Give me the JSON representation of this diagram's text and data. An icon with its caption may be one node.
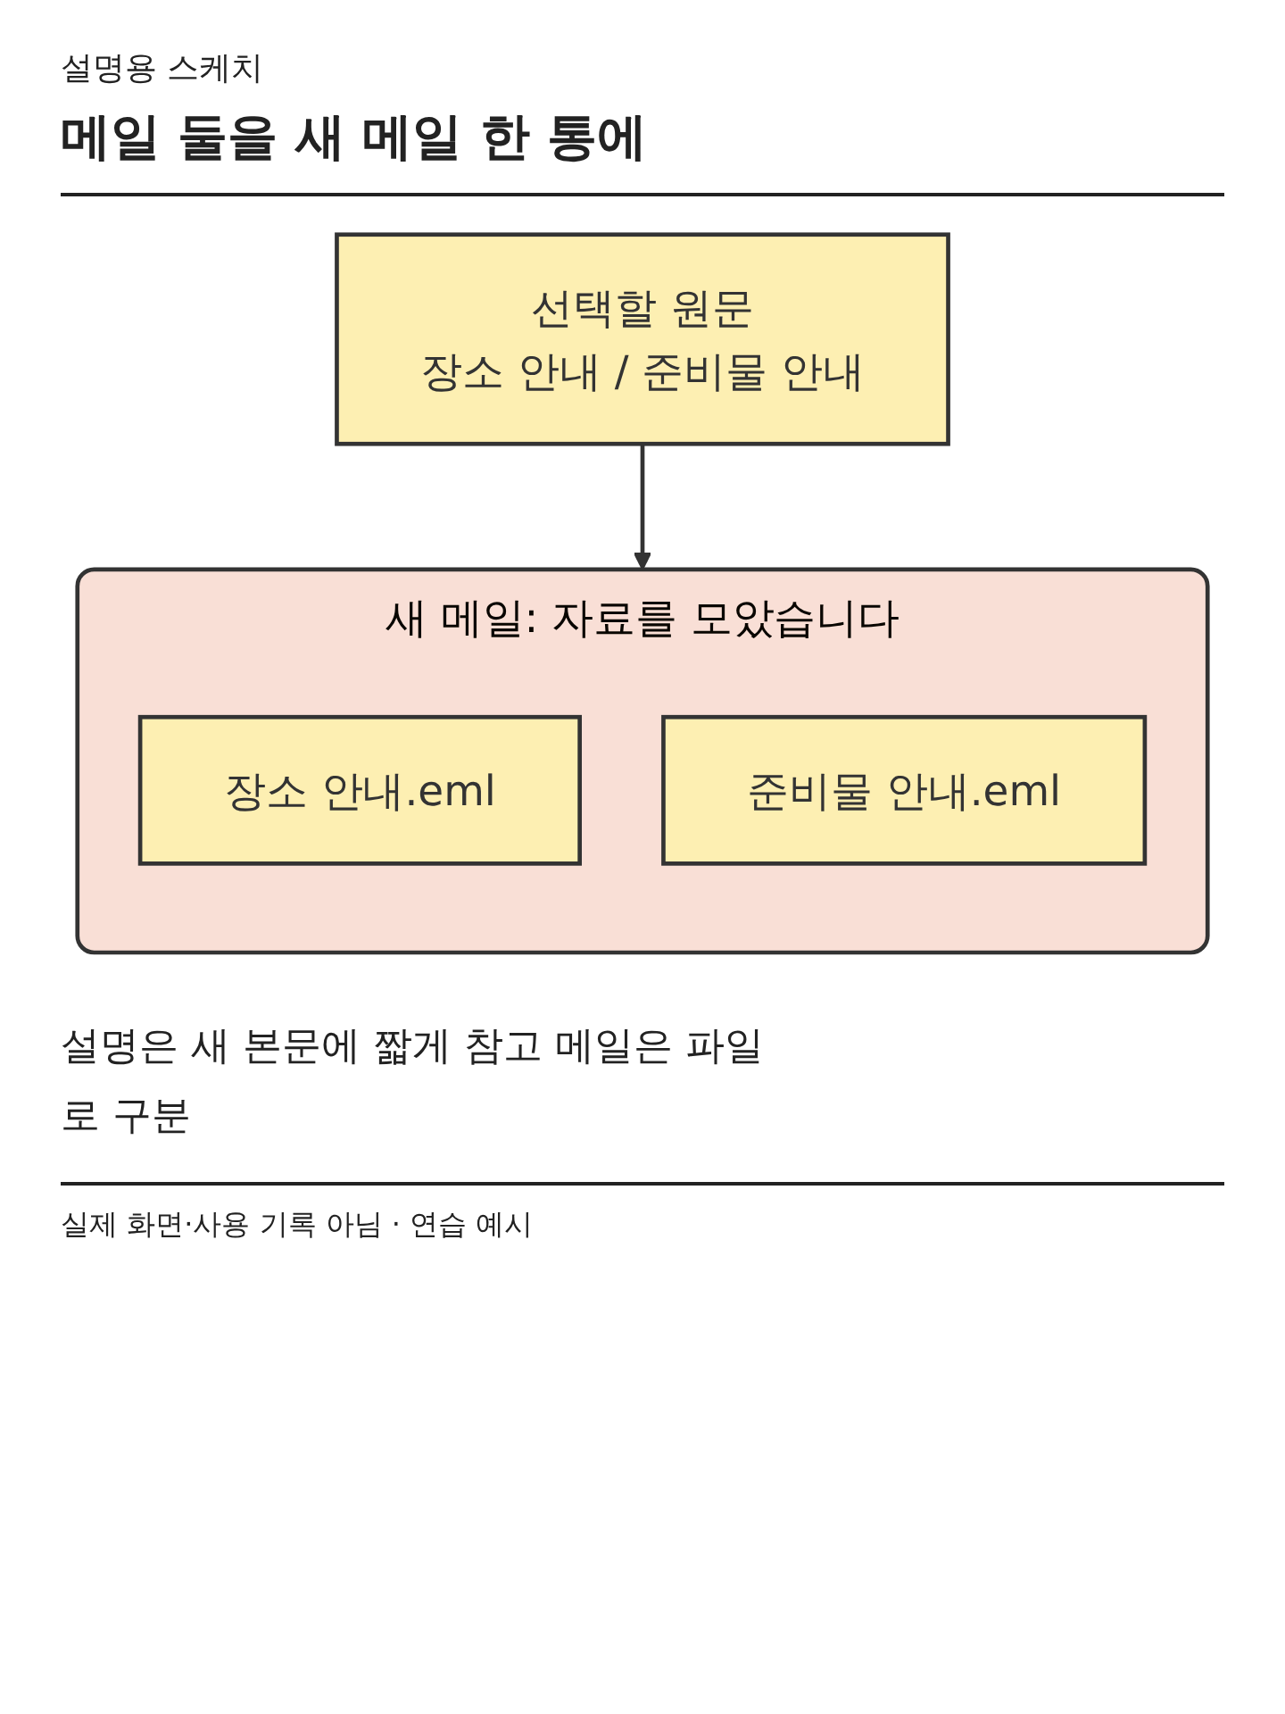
{
  "diagram": {
    "title": "메일 둘을 새 메일 한 통에",
    "nodes": [
      {
        "text": [
          "선택할 원문",
          "장소 안내 / 준비물 안내"
        ]
      },
      {
        "text": [
          "새 메일: 자료를 모았습니다"
        ]
      },
      {
        "text": [
          "장소 안내.eml"
        ],
        "in": 1
      },
      {
        "text": [
          "준비물 안내.eml"
        ],
        "in": 1
      }
    ],
    "edges": [
      {
        "from": 0,
        "to": 1,
        "arrow": "to"
      }
    ],
    "labels": [
      "설명용 스케치",
      "설명은 새 본문에 짧게 참고 메일은 파일로 구분",
      "실제 화면·사용 기록 아님 · 연습 예시"
    ]
  }
}
